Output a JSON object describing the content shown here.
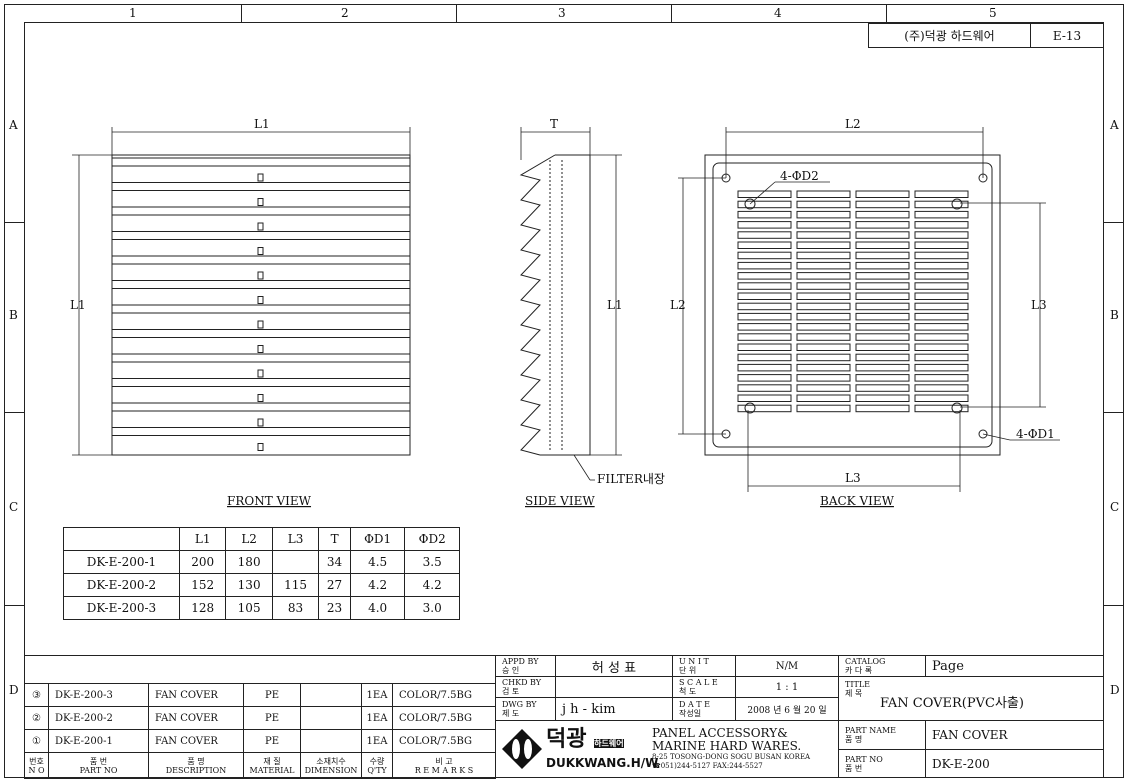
{
  "zones": {
    "cols": [
      "1",
      "2",
      "3",
      "4",
      "5"
    ],
    "rows": [
      "A",
      "B",
      "C",
      "D"
    ]
  },
  "header": {
    "company": "(주)덕광 하드웨어",
    "sheet": "E-13"
  },
  "views": {
    "front": "FRONT VIEW",
    "side": "SIDE VIEW",
    "back": "BACK VIEW",
    "filter_note": "FILTER내장",
    "dims": {
      "L1": "L1",
      "L2": "L2",
      "L3": "L3",
      "T": "T",
      "hole1": "4-ΦD1",
      "hole2": "4-ΦD2"
    }
  },
  "dim_table": {
    "headers": [
      "",
      "L1",
      "L2",
      "L3",
      "T",
      "ΦD1",
      "ΦD2"
    ],
    "rows": [
      [
        "DK-E-200-1",
        "200",
        "180",
        "",
        "34",
        "4.5",
        "3.5"
      ],
      [
        "DK-E-200-2",
        "152",
        "130",
        "115",
        "27",
        "4.2",
        "4.2"
      ],
      [
        "DK-E-200-3",
        "128",
        "105",
        "83",
        "23",
        "4.0",
        "3.0"
      ]
    ]
  },
  "parts": {
    "rows": [
      [
        "③",
        "DK-E-200-3",
        "FAN COVER",
        "PE",
        "",
        "1EA",
        "COLOR/7.5BG"
      ],
      [
        "②",
        "DK-E-200-2",
        "FAN COVER",
        "PE",
        "",
        "1EA",
        "COLOR/7.5BG"
      ],
      [
        "①",
        "DK-E-200-1",
        "FAN COVER",
        "PE",
        "",
        "1EA",
        "COLOR/7.5BG"
      ]
    ],
    "headers_ko": [
      "번호",
      "품   번",
      "품   명",
      "재   질",
      "소재치수",
      "수량",
      "비   고"
    ],
    "headers_en": [
      "N O",
      "PART  NO",
      "DESCRIPTION",
      "MATERIAL",
      "DIMENSION",
      "Q'TY",
      "R E M A R K S"
    ]
  },
  "title_block": {
    "appd_label": "APPD BY",
    "appd_ko": "승 인",
    "appd_value": "허 성 표",
    "chkd_label": "CHKD BY",
    "chkd_ko": "검 토",
    "dwg_label": "DWG BY",
    "dwg_ko": "제 도",
    "dwg_value": "j h - kim",
    "unit_label": "U N I T",
    "unit_ko": "단 위",
    "unit_value": "N/M",
    "scale_label": "S C A L E",
    "scale_ko": "척 도",
    "scale_value": "1 : 1",
    "date_label": "D A T E",
    "date_ko": "작성일",
    "date_value": "2008 년 6 월 20 일",
    "catalog_label": "CATALOG",
    "catalog_ko": "카 다 록",
    "page_label": "Page",
    "title_label": "TITLE",
    "title_ko": "제 목",
    "title_value": "FAN COVER(PVC사출)",
    "part_name_label": "PART  NAME",
    "part_name_ko": "품   명",
    "part_name_value": "FAN COVER",
    "part_no_label": "PART  NO",
    "part_no_ko": "품   번",
    "part_no_value": "DK-E-200",
    "logo_ko": "덕광",
    "logo_tag": "하드웨어",
    "logo_en": "DUKKWANG.H/W",
    "company_line1": "PANEL ACCESSORY&",
    "company_line2": "MARINE HARD WARES.",
    "address": "8-25 TOSONG-DONG SOGU BUSAN KOREA",
    "phone": "☎051)244-5127 FAX:244-5527"
  }
}
